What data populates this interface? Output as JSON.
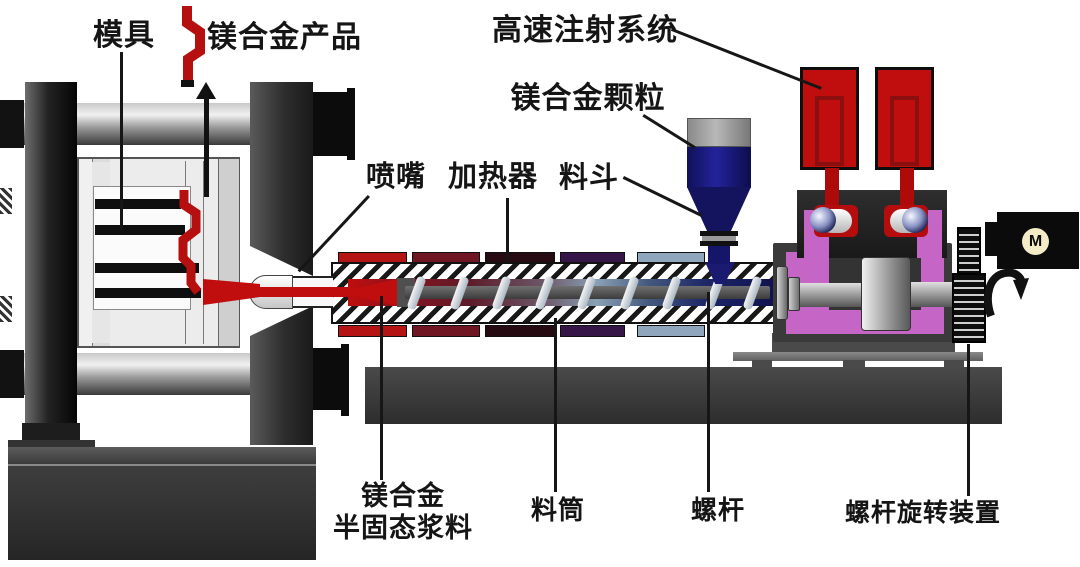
{
  "labels": {
    "mold": "模具",
    "product": "镁合金产品",
    "injection_system": "高速注射系统",
    "granules": "镁合金颗粒",
    "nozzle": "喷嘴",
    "heater": "加热器",
    "hopper": "料斗",
    "slurry_line1": "镁合金",
    "slurry_line2": "半固态浆料",
    "barrel": "料筒",
    "screw": "螺杆",
    "screw_rotation": "螺杆旋转装置"
  },
  "motor": {
    "badge": "M"
  },
  "colors": {
    "melt_red": "#c00d0d",
    "product_red": "#b50f0f",
    "granule_navy": "#14146e",
    "housing_magenta": "#c565c5",
    "machine_dark": "#2e2e2e",
    "motor_badge_bg": "#f3ecc6",
    "heater_bands": [
      "#b51414",
      "#701622",
      "#270b13",
      "#361647",
      "#8fa6bd"
    ]
  }
}
